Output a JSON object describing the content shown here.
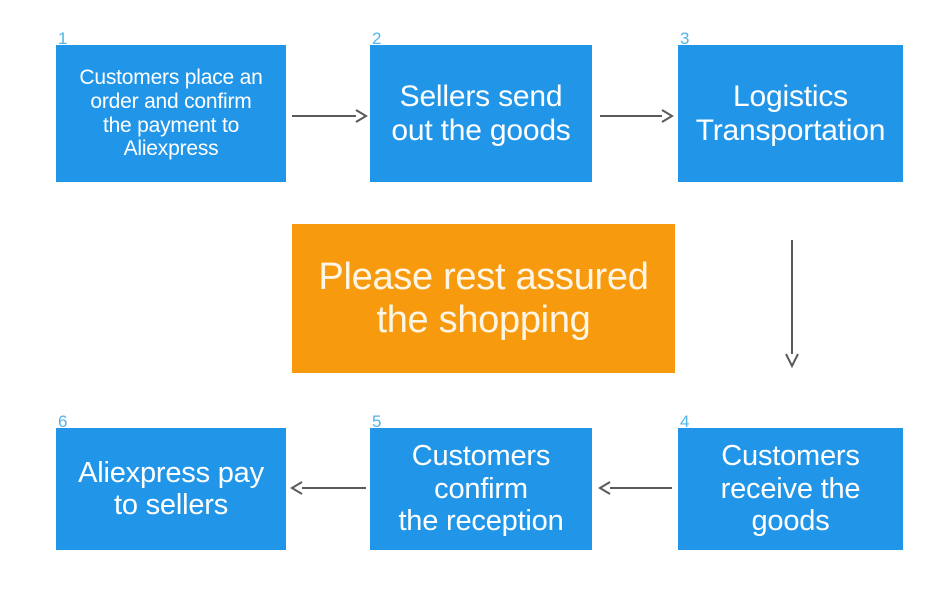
{
  "diagram": {
    "title": "Aliexpress order process flowchart",
    "colors": {
      "box_blue": "#2196e8",
      "banner_orange": "#f89a0e",
      "number_blue": "#51b4ea",
      "box_text": "#ffffff",
      "banner_text": "#fdf6e6",
      "arrow": "#5a5a5a",
      "background": "#ffffff"
    },
    "steps": [
      {
        "number": "1",
        "text": "Customers place an\norder and confirm\nthe payment to\nAliexpress"
      },
      {
        "number": "2",
        "text": "Sellers send\nout the goods"
      },
      {
        "number": "3",
        "text": "Logistics\nTransportation"
      },
      {
        "number": "4",
        "text": "Customers\nreceive the\ngoods"
      },
      {
        "number": "5",
        "text": "Customers\nconfirm\nthe reception"
      },
      {
        "number": "6",
        "text": "Aliexpress pay\nto sellers"
      }
    ],
    "banner": {
      "text": "Please rest assured\nthe shopping"
    },
    "arrows": [
      {
        "name": "arrow-step1-to-step2",
        "direction": "right"
      },
      {
        "name": "arrow-step2-to-step3",
        "direction": "right"
      },
      {
        "name": "arrow-step3-to-step4",
        "direction": "down"
      },
      {
        "name": "arrow-step4-to-step5",
        "direction": "left"
      },
      {
        "name": "arrow-step5-to-step6",
        "direction": "left"
      }
    ]
  }
}
